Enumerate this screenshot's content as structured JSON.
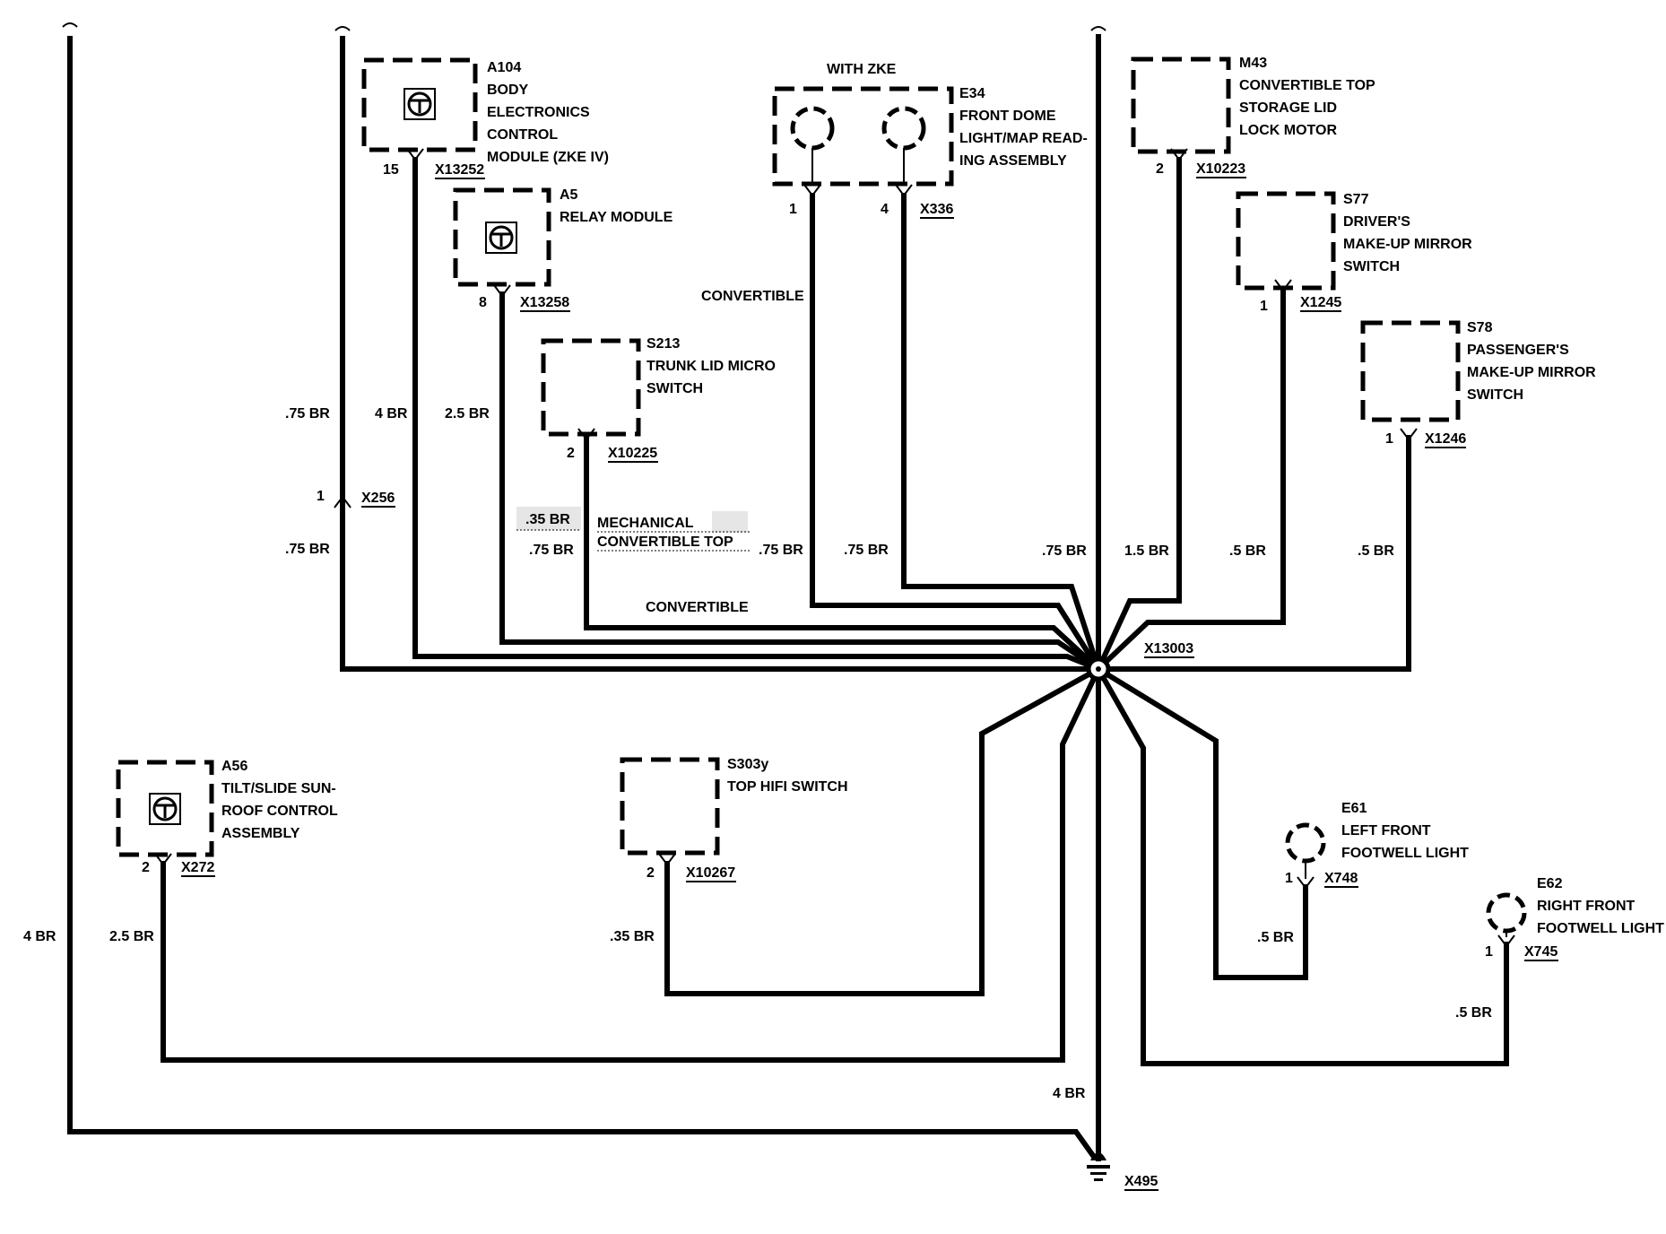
{
  "components": {
    "a104": {
      "id": "A104",
      "lines": [
        "BODY",
        "ELECTRONICS",
        "CONTROL",
        "MODULE (ZKE IV)"
      ]
    },
    "a5": {
      "id": "A5",
      "lines": [
        "RELAY MODULE"
      ]
    },
    "s213": {
      "id": "S213",
      "lines": [
        "TRUNK LID MICRO",
        "SWITCH"
      ]
    },
    "e34": {
      "id": "E34",
      "lines": [
        "FRONT DOME",
        "LIGHT/MAP READ-",
        "ING ASSEMBLY"
      ],
      "note": "WITH ZKE"
    },
    "m43": {
      "id": "M43",
      "lines": [
        "CONVERTIBLE TOP",
        "STORAGE LID",
        "LOCK MOTOR"
      ]
    },
    "s77": {
      "id": "S77",
      "lines": [
        "DRIVER'S",
        "MAKE-UP MIRROR",
        "SWITCH"
      ]
    },
    "s78": {
      "id": "S78",
      "lines": [
        "PASSENGER'S",
        "MAKE-UP MIRROR",
        "SWITCH"
      ]
    },
    "a56": {
      "id": "A56",
      "lines": [
        "TILT/SLIDE SUN-",
        "ROOF CONTROL",
        "ASSEMBLY"
      ]
    },
    "s303y": {
      "id": "S303y",
      "lines": [
        "TOP HIFI SWITCH"
      ]
    },
    "e61": {
      "id": "E61",
      "lines": [
        "LEFT FRONT",
        "FOOTWELL LIGHT"
      ]
    },
    "e62": {
      "id": "E62",
      "lines": [
        "RIGHT FRONT",
        "FOOTWELL LIGHT"
      ]
    }
  },
  "connectors": {
    "x13252": {
      "name": "X13252",
      "pin": "15"
    },
    "x13258": {
      "name": "X13258",
      "pin": "8"
    },
    "x10225": {
      "name": "X10225",
      "pin": "2"
    },
    "x336": {
      "name": "X336",
      "pin1": "1",
      "pin4": "4"
    },
    "x10223": {
      "name": "X10223",
      "pin": "2"
    },
    "x1245": {
      "name": "X1245",
      "pin": "1"
    },
    "x1246": {
      "name": "X1246",
      "pin": "1"
    },
    "x256": {
      "name": "X256",
      "pin": "1"
    },
    "x272": {
      "name": "X272",
      "pin": "2"
    },
    "x10267": {
      "name": "X10267",
      "pin": "2"
    },
    "x748": {
      "name": "X748",
      "pin": "1"
    },
    "x745": {
      "name": "X745",
      "pin": "1"
    },
    "x13003": {
      "name": "X13003"
    },
    "x495": {
      "name": "X495"
    }
  },
  "wires": {
    "w_x256_top": ".75 BR",
    "w_x256_bottom": ".75 BR",
    "w_a104": "4 BR",
    "w_a5": "2.5 BR",
    "w_s213_alt": ".35 BR",
    "w_s213": ".75 BR",
    "w_e34_1": ".75 BR",
    "w_e34_4": ".75 BR",
    "w_main": ".75 BR",
    "w_m43": "1.5 BR",
    "w_s77": ".5 BR",
    "w_s78": ".5 BR",
    "w_left": "4 BR",
    "w_a56": "2.5 BR",
    "w_s303y": ".35 BR",
    "w_e61": ".5 BR",
    "w_e62": ".5 BR",
    "w_ground": "4 BR"
  },
  "notes": {
    "convertible_e34": "CONVERTIBLE",
    "convertible_s213": "CONVERTIBLE",
    "mechanical_line1": "MECHANICAL",
    "mechanical_line2": "CONVERTIBLE TOP"
  }
}
